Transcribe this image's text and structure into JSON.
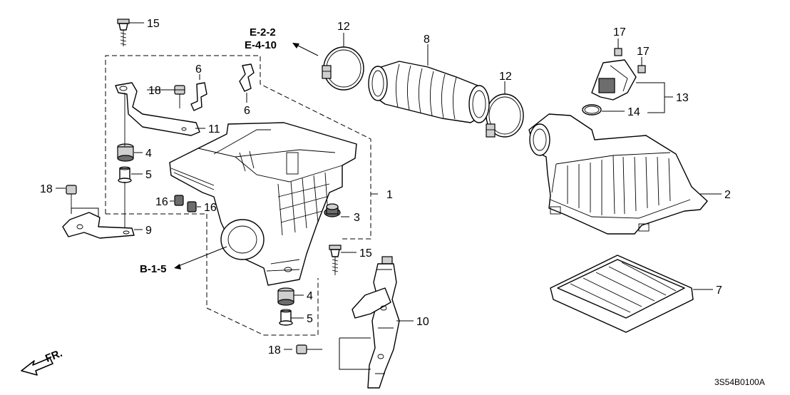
{
  "callouts": {
    "c1": "1",
    "c2": "2",
    "c3": "3",
    "c4a": "4",
    "c4b": "4",
    "c5a": "5",
    "c5b": "5",
    "c6a": "6",
    "c6b": "6",
    "c7": "7",
    "c8": "8",
    "c9": "9",
    "c10": "10",
    "c11": "11",
    "c12a": "12",
    "c12b": "12",
    "c13": "13",
    "c14": "14",
    "c15a": "15",
    "c15b": "15",
    "c16a": "16",
    "c16b": "16",
    "c17a": "17",
    "c17b": "17",
    "c18a": "18",
    "c18b": "18",
    "c18c": "18"
  },
  "refs": {
    "e22": "E-2-2",
    "e410": "E-4-10",
    "b15": "B-1-5"
  },
  "front_label": "FR.",
  "diagram_code": "3S54B0100A"
}
